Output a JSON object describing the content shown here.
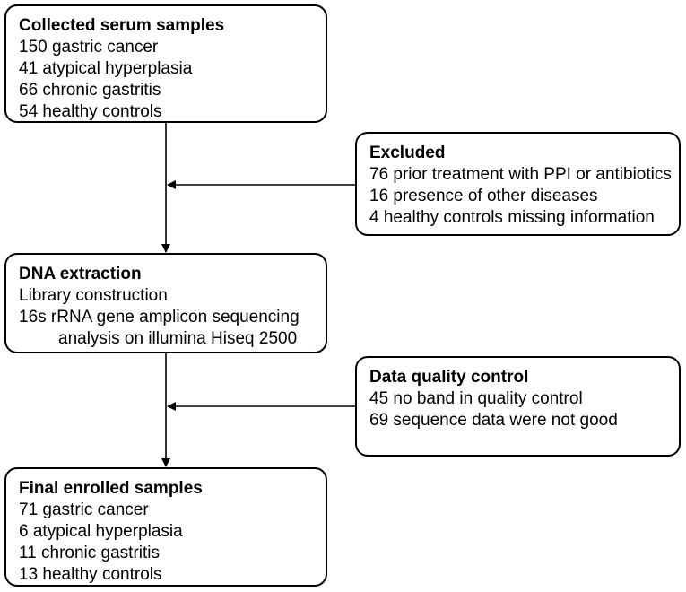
{
  "collected": {
    "title": "Collected serum samples",
    "lines": [
      "150 gastric cancer",
      "41 atypical hyperplasia",
      "66 chronic gastritis",
      "54 healthy controls"
    ]
  },
  "excluded": {
    "title": "Excluded",
    "lines": [
      "76 prior treatment with PPI or antibiotics",
      "16 presence of other diseases",
      "4 healthy controls missing information"
    ]
  },
  "dna": {
    "title": "DNA extraction",
    "lines": [
      "Library construction",
      "16s rRNA gene amplicon sequencing",
      "analysis on illumina Hiseq 2500"
    ]
  },
  "quality": {
    "title": "Data quality control",
    "lines": [
      "45 no band in quality control",
      "69 sequence data were not good"
    ]
  },
  "final": {
    "title": "Final enrolled samples",
    "lines": [
      "71 gastric cancer",
      "6 atypical hyperplasia",
      "11 chronic gastritis",
      "13 healthy controls"
    ]
  }
}
